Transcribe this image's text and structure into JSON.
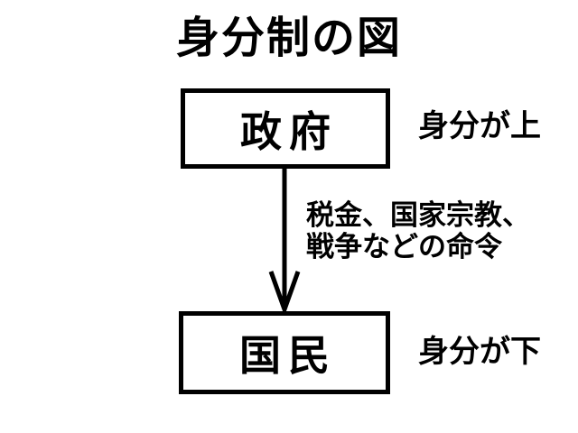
{
  "title": "身分制の図",
  "diagram": {
    "top_box": {
      "label": "政府"
    },
    "top_status_label": "身分が上",
    "arrow": {
      "direction": "down",
      "label_line1": "税金、国家宗教、",
      "label_line2": "戦争などの命令"
    },
    "bottom_box": {
      "label": "国民"
    },
    "bottom_status_label": "身分が下"
  },
  "colors": {
    "background": "#ffffff",
    "foreground": "#000000"
  }
}
